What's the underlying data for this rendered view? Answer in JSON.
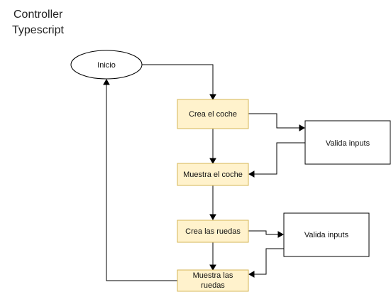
{
  "diagram": {
    "title_line1": "Controller",
    "title_line2": "Typescript",
    "nodes": {
      "start": "Inicio",
      "create_car": "Crea el coche",
      "validate_1": "Valida inputs",
      "show_car": "Muestra el coche",
      "create_wheels": "Crea las ruedas",
      "validate_2": "Valida inputs",
      "show_wheels_line1": "Muestra las",
      "show_wheels_line2": "ruedas"
    },
    "colors": {
      "process_fill": "#fff2cc",
      "process_stroke": "#d6b656",
      "plain_fill": "#ffffff",
      "plain_stroke": "#000000",
      "edge": "#000000"
    }
  }
}
